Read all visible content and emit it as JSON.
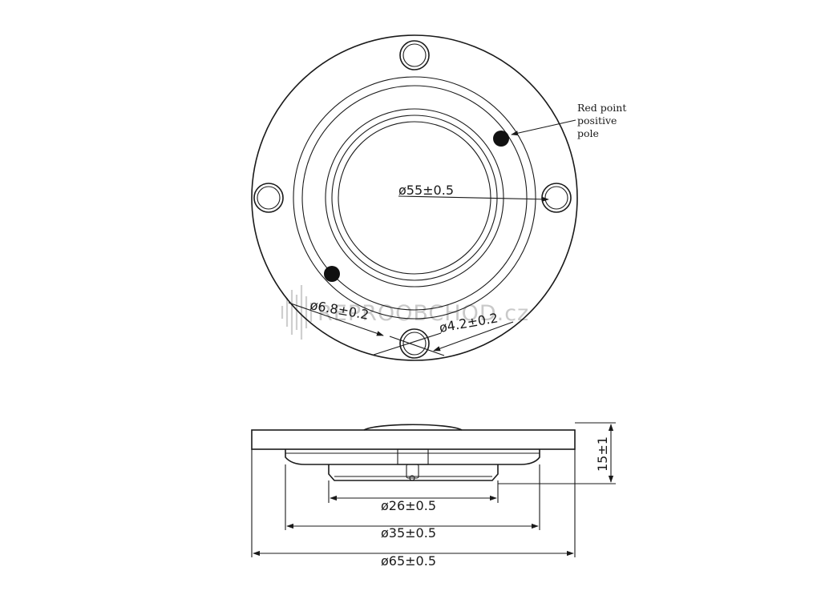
{
  "top_view": {
    "inner_diameter_label": "ø55±0.5",
    "mount_hole_label": "ø6.8±0.2",
    "pin_hole_label": "ø4.2±0.2",
    "annotation": [
      "Red point",
      "positive",
      "pole"
    ]
  },
  "side_view": {
    "height_label": "15±1",
    "d26_label": "ø26±0.5",
    "d35_label": "ø35±0.5",
    "d65_label": "ø65±0.5"
  },
  "watermark": "REPROOBCHOD.cz"
}
